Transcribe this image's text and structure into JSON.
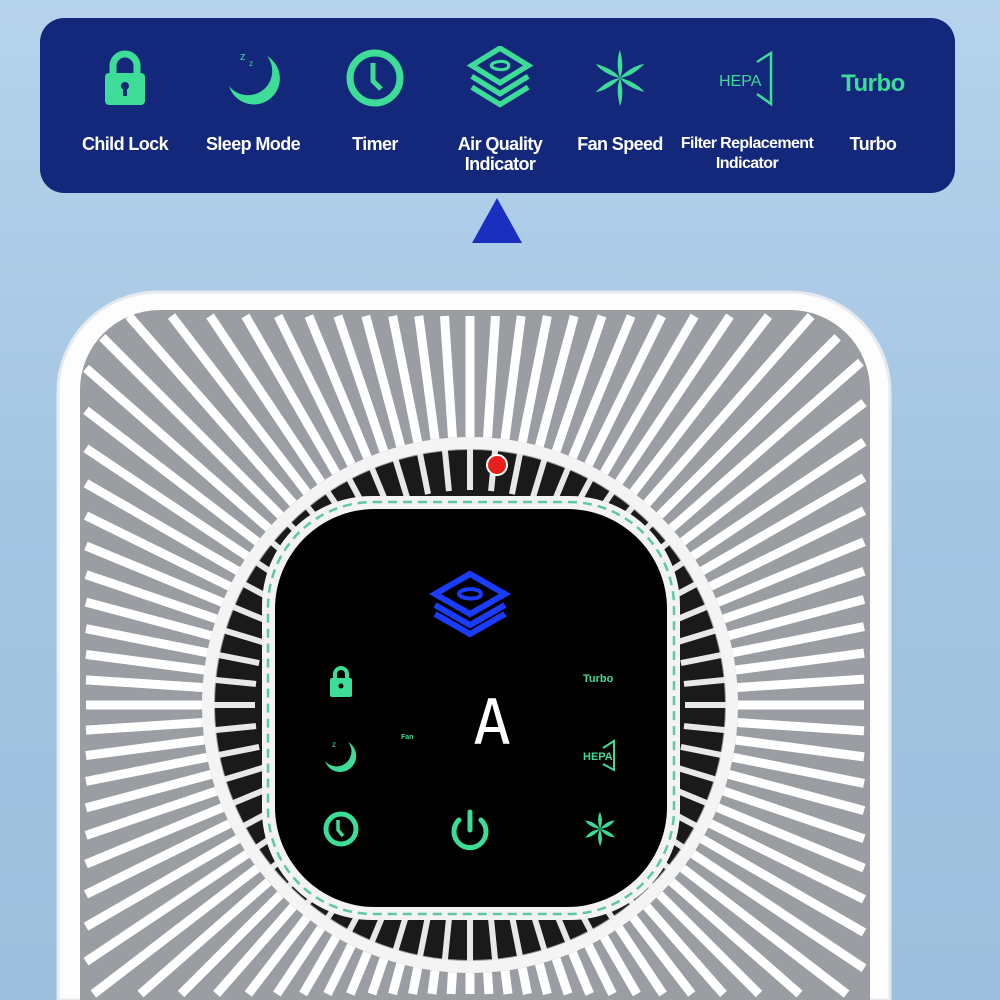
{
  "features": [
    {
      "label": "Child Lock",
      "icon": "lock-icon"
    },
    {
      "label": "Sleep Mode",
      "icon": "moon-icon"
    },
    {
      "label": "Timer",
      "icon": "clock-icon"
    },
    {
      "label": "Air Quality Indicator",
      "icon": "layers-icon"
    },
    {
      "label": "Fan Speed",
      "icon": "fan-icon"
    },
    {
      "label": "Filter Replacement Indicator",
      "icon": "hepa-filter-icon"
    },
    {
      "label": "Turbo",
      "icon": "turbo-icon"
    }
  ],
  "icon_text": {
    "hepa": "HEPA",
    "turbo": "Turbo",
    "fan": "Fan"
  },
  "display": {
    "mode_digit": "A",
    "turbo": "Turbo",
    "hepa": "HEPA",
    "fan": "Fan"
  },
  "colors": {
    "banner": "#13287a",
    "icon_green": "#3ddc97",
    "aqi_blue": "#1a3cff"
  }
}
